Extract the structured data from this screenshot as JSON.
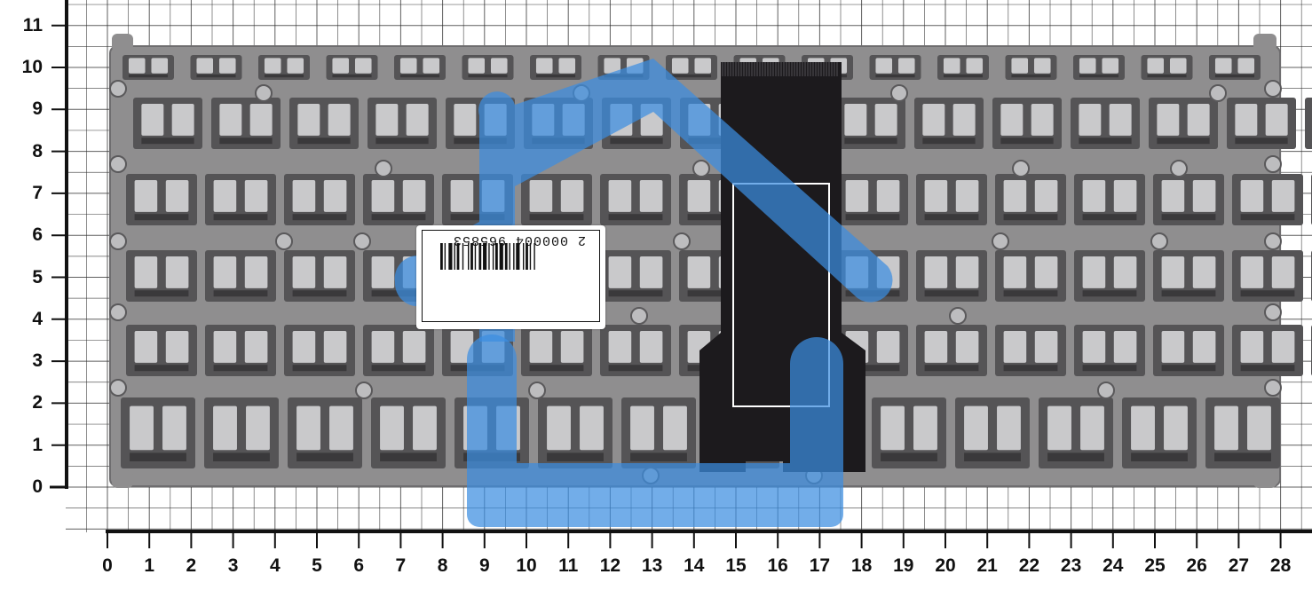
{
  "photo": {
    "subject": "keyboard",
    "colors": {
      "plate": "#8f8e8f",
      "plate_dark": "#555456",
      "key_cap": "#c9c9cb",
      "flex_cable": "#1c1a1d",
      "watermark": "#3b8de0",
      "grid_line": "#2a2a2a",
      "background": "#ffffff"
    }
  },
  "ruler": {
    "y_ticks": [
      "0",
      "1",
      "2",
      "3",
      "4",
      "5",
      "6",
      "7",
      "8",
      "9",
      "10",
      "11"
    ],
    "x_ticks": [
      "0",
      "1",
      "2",
      "3",
      "4",
      "5",
      "6",
      "7",
      "8",
      "9",
      "10",
      "11",
      "12",
      "13",
      "14",
      "15",
      "16",
      "17",
      "18",
      "19",
      "20",
      "21",
      "22",
      "23",
      "24",
      "25",
      "26",
      "27",
      "28"
    ]
  },
  "sticker": {
    "barcode_number": "2 000004 965853"
  },
  "watermark_icon": "house-logo-icon"
}
